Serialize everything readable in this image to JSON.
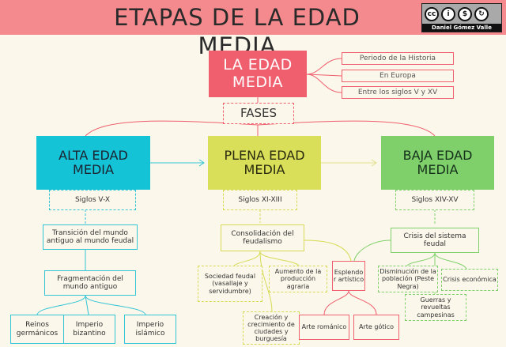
{
  "header": {
    "title": "ETAPAS DE LA EDAD MEDIA",
    "license": {
      "badge_icons": [
        "cc",
        "by",
        "nc",
        "sa"
      ],
      "badge_labels": [
        "cc",
        "i",
        "$",
        "↻"
      ],
      "author": "Daniel Gómez Valle"
    }
  },
  "root": {
    "title": "LA EDAD MEDIA",
    "properties": [
      "Periodo de la Historia",
      "En Europa",
      "Entre los siglos V y XV"
    ],
    "phases_label": "FASES"
  },
  "alta": {
    "title": "ALTA EDAD MEDIA",
    "centuries": "Siglos V-X",
    "item1": "Transición del mundo antiguo al mundo feudal",
    "item2": "Fragmentación del mundo antiguo",
    "kingdoms": [
      "Reinos germánicos",
      "Imperio bizantino",
      "Imperio islámico"
    ]
  },
  "plena": {
    "title": "PLENA EDAD MEDIA",
    "centuries": "Siglos XI-XIII",
    "item1": "Consolidación del feudalismo",
    "sub": [
      "Sociedad feudal (vasallaje y servidumbre)",
      "Aumento de la producción agraria",
      "Creación y crecimiento de ciudades y burguesía"
    ],
    "art": "Esplendo r artístico",
    "art_sub": [
      "Arte románico",
      "Arte gótico"
    ]
  },
  "baja": {
    "title": "BAJA EDAD MEDIA",
    "centuries": "Siglos XIV-XV",
    "item1": "Crisis del sistema feudal",
    "sub": [
      "Disminución de la población (Peste Negra)",
      "Crisis económica",
      "Guerras y revueltas campesinas"
    ]
  },
  "colors": {
    "header": "#f48a8d",
    "root": "#ef5f6e",
    "alta": "#15c3d6",
    "plena": "#d9df58",
    "baja": "#7fd06b",
    "background": "#fbf7ea"
  }
}
